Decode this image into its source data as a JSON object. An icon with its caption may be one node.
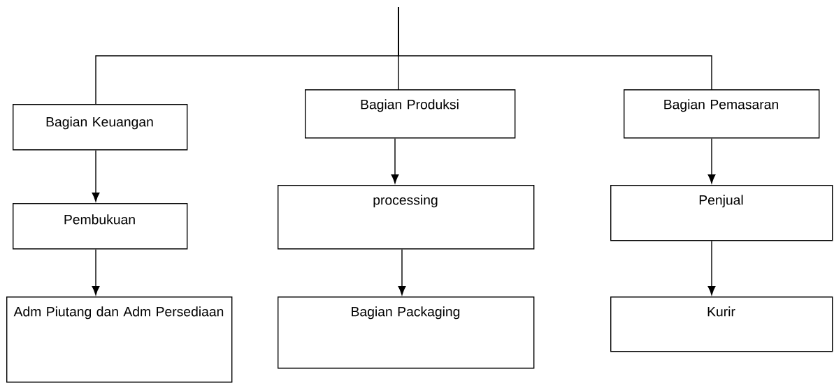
{
  "diagram": {
    "nodes": [
      {
        "text": [
          "Bagian Keuangan"
        ]
      },
      {
        "text": [
          "Bagian Produksi"
        ]
      },
      {
        "text": [
          "Bagian Pemasaran"
        ]
      },
      {
        "text": [
          "Pembukuan"
        ]
      },
      {
        "text": [
          "processing"
        ]
      },
      {
        "text": [
          "Penjual"
        ]
      },
      {
        "text": [
          "Adm Piutang dan Adm Persediaan"
        ]
      },
      {
        "text": [
          "Bagian Packaging"
        ]
      },
      {
        "text": [
          "Kurir"
        ]
      }
    ],
    "edges": [
      {
        "from": null,
        "to": 0,
        "arrow": "none"
      },
      {
        "from": null,
        "to": 1,
        "arrow": "none"
      },
      {
        "from": null,
        "to": 2,
        "arrow": "none"
      },
      {
        "from": 0,
        "to": 3,
        "arrow": "to"
      },
      {
        "from": 3,
        "to": 6,
        "arrow": "to"
      },
      {
        "from": 1,
        "to": 4,
        "arrow": "to"
      },
      {
        "from": 4,
        "to": 7,
        "arrow": "to"
      },
      {
        "from": 2,
        "to": 5,
        "arrow": "to"
      },
      {
        "from": 5,
        "to": 8,
        "arrow": "to"
      }
    ]
  }
}
